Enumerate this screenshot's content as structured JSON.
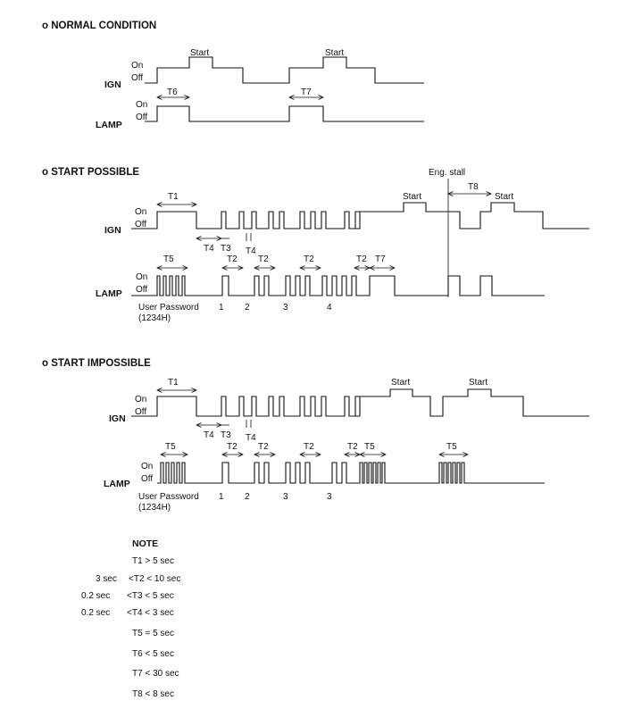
{
  "sections": [
    {
      "title": "o NORMAL CONDITION",
      "signals": [
        "IGN",
        "LAMP"
      ],
      "on_off": [
        "On",
        "Off"
      ],
      "events": [
        "Start",
        "Start"
      ],
      "timers": [
        "T6",
        "T7"
      ]
    },
    {
      "title": "o START POSSIBLE",
      "signals": [
        "IGN",
        "LAMP"
      ],
      "on_off": [
        "On",
        "Off"
      ],
      "events": [
        "Start",
        "Start"
      ],
      "annotation": "Eng. stall",
      "timers": {
        "ign": [
          "T1",
          "T4",
          "T3",
          "T4",
          "T8"
        ],
        "lamp": [
          "T5",
          "T2",
          "T2",
          "T2",
          "T2",
          "T7"
        ]
      },
      "password_label": [
        "User Password",
        "(1234H)"
      ],
      "digits": [
        "1",
        "2",
        "3",
        "4"
      ]
    },
    {
      "title": "o START IMPOSSIBLE",
      "signals": [
        "IGN",
        "LAMP"
      ],
      "on_off": [
        "On",
        "Off"
      ],
      "events": [
        "Start",
        "Start"
      ],
      "timers": {
        "ign": [
          "T1",
          "T4",
          "T3",
          "T4"
        ],
        "lamp": [
          "T5",
          "T2",
          "T2",
          "T2",
          "T2",
          "T5",
          "T5"
        ]
      },
      "password_label": [
        "User Password",
        "(1234H)"
      ],
      "digits": [
        "1",
        "2",
        "3",
        "3"
      ]
    }
  ],
  "note": {
    "title": "NOTE",
    "items": [
      {
        "prefix": "",
        "text": "T1 > 5 sec"
      },
      {
        "prefix": "3 sec",
        "text": "<T2 < 10 sec"
      },
      {
        "prefix": "0.2 sec",
        "text": "<T3 < 5 sec"
      },
      {
        "prefix": "0.2 sec",
        "text": "<T4 < 3 sec"
      },
      {
        "prefix": "",
        "text": "T5 = 5 sec"
      },
      {
        "prefix": "",
        "text": "T6 < 5 sec"
      },
      {
        "prefix": "",
        "text": "T7 < 30 sec"
      },
      {
        "prefix": "",
        "text": "T8 < 8 sec"
      }
    ]
  }
}
